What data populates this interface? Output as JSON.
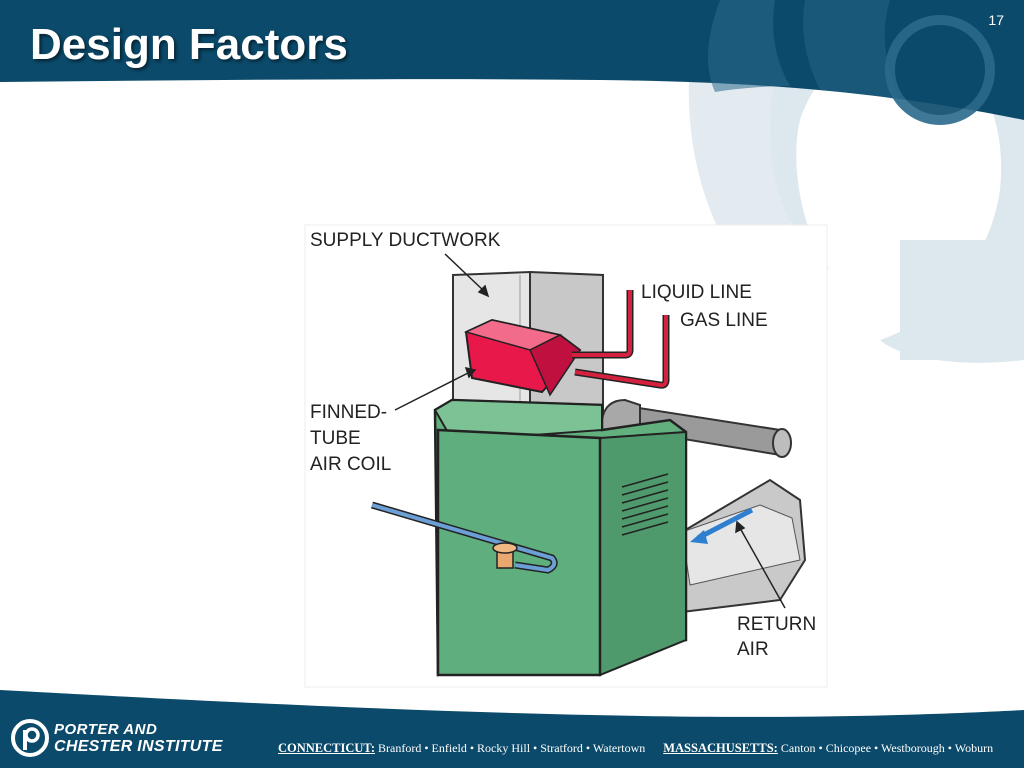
{
  "slide": {
    "title": "Design Factors",
    "page_number": "17"
  },
  "diagram": {
    "labels": {
      "supply_ductwork": "SUPPLY DUCTWORK",
      "liquid_line": "LIQUID LINE",
      "gas_line": "GAS LINE",
      "finned_tube_1": "FINNED-",
      "finned_tube_2": "TUBE",
      "finned_tube_3": "AIR COIL",
      "return_air_1": "RETURN",
      "return_air_2": "AIR"
    }
  },
  "footer": {
    "brand_line1": "PORTER AND",
    "brand_line2": "CHESTER INSTITUTE",
    "ct_label": "CONNECTICUT:",
    "ct_locations": "Branford • Enfield • Rocky Hill • Stratford • Watertown",
    "ma_label": "MASSACHUSETTS:",
    "ma_locations": "Canton • Chicopee • Westborough • Woburn"
  },
  "colors": {
    "navy": "#0b4a6b",
    "watermark": "#dfe8ee",
    "coil_red": "#e8194a",
    "furnace_green": "#5fae7d",
    "line_red": "#d4213d",
    "water_blue": "#6b9fd6"
  }
}
